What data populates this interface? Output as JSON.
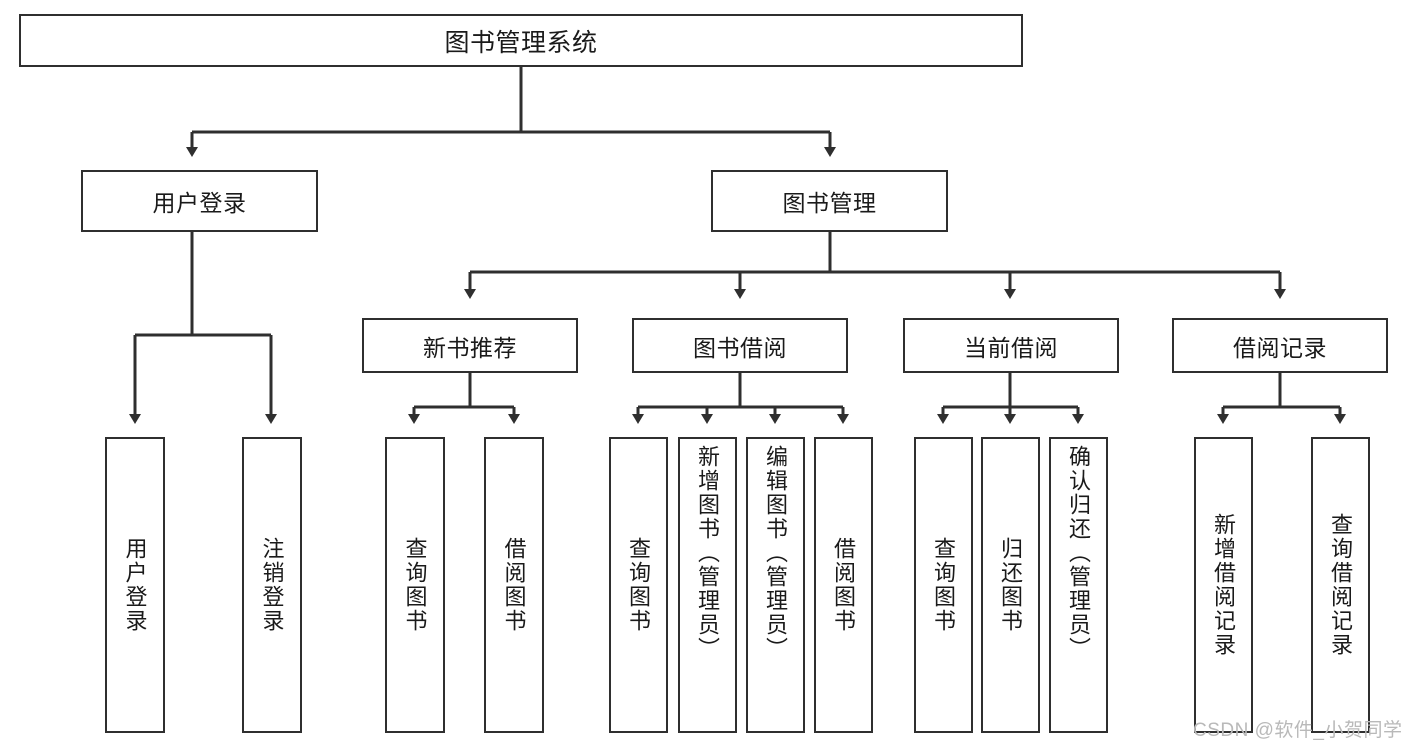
{
  "diagram": {
    "title": "图书管理系统",
    "root": {
      "label": "图书管理系统"
    },
    "level2": [
      {
        "label": "用户登录"
      },
      {
        "label": "图书管理"
      }
    ],
    "level3": [
      {
        "label": "新书推荐"
      },
      {
        "label": "图书借阅"
      },
      {
        "label": "当前借阅"
      },
      {
        "label": "借阅记录"
      }
    ],
    "leaves": {
      "user_login": [
        {
          "label": "用户登录"
        },
        {
          "label": "注销登录"
        }
      ],
      "new_book_recommend": [
        {
          "label": "查询图书"
        },
        {
          "label": "借阅图书"
        }
      ],
      "book_borrow": [
        {
          "label": "查询图书"
        },
        {
          "label": "新增图书（管理员）"
        },
        {
          "label": "编辑图书（管理员）"
        },
        {
          "label": "借阅图书"
        }
      ],
      "current_borrow": [
        {
          "label": "查询图书"
        },
        {
          "label": "归还图书"
        },
        {
          "label": "确认归还（管理员）"
        }
      ],
      "borrow_record": [
        {
          "label": "新增借阅记录"
        },
        {
          "label": "查询借阅记录"
        }
      ]
    }
  },
  "watermark": {
    "text": "CSDN @软件_小贺同学"
  },
  "colors": {
    "stroke": "#2f2f2f",
    "background": "#ffffff",
    "text": "#1a1a1a",
    "watermark": "#b9b9b9"
  }
}
